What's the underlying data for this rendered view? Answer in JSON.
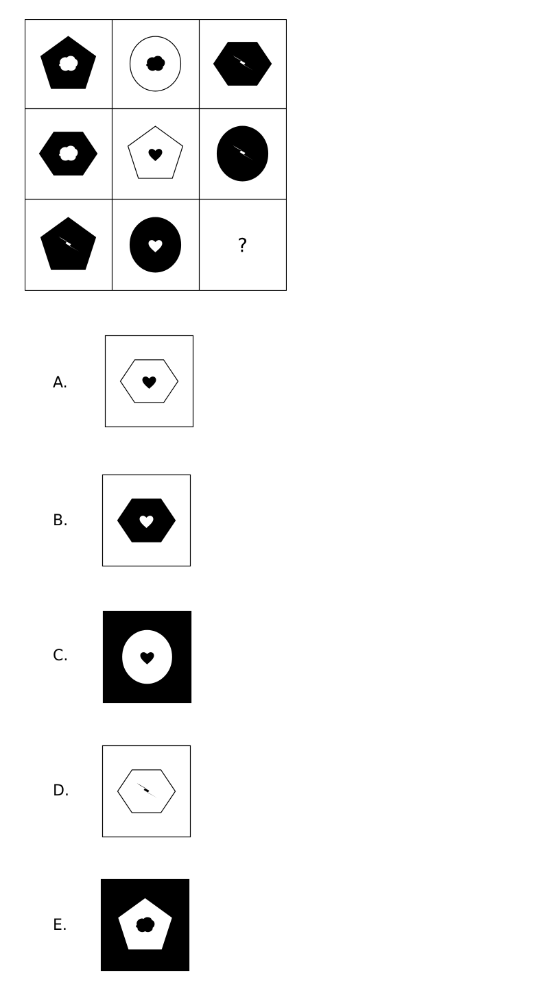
{
  "puzzle": {
    "missing_mark": "?",
    "cells": [
      {
        "outer_shape": "pentagon",
        "outer_fill": "black",
        "inner_icon": "cloud-icon",
        "inner_fill": "white"
      },
      {
        "outer_shape": "circle",
        "outer_fill": "white",
        "inner_icon": "cloud-icon",
        "inner_fill": "black"
      },
      {
        "outer_shape": "hexagon",
        "outer_fill": "black",
        "inner_icon": "lightning-icon",
        "inner_fill": "white"
      },
      {
        "outer_shape": "hexagon",
        "outer_fill": "black",
        "inner_icon": "cloud-icon",
        "inner_fill": "white"
      },
      {
        "outer_shape": "pentagon",
        "outer_fill": "white",
        "inner_icon": "heart-icon",
        "inner_fill": "black"
      },
      {
        "outer_shape": "circle",
        "outer_fill": "black",
        "inner_icon": "lightning-icon",
        "inner_fill": "white"
      },
      {
        "outer_shape": "pentagon",
        "outer_fill": "black",
        "inner_icon": "lightning-icon",
        "inner_fill": "white"
      },
      {
        "outer_shape": "circle",
        "outer_fill": "black",
        "inner_icon": "heart-icon",
        "inner_fill": "white"
      }
    ]
  },
  "options": [
    {
      "label": "A.",
      "box_fill": "white",
      "outer_shape": "hexagon",
      "outer_fill": "white",
      "inner_icon": "heart-icon",
      "inner_fill": "black"
    },
    {
      "label": "B.",
      "box_fill": "white",
      "outer_shape": "hexagon",
      "outer_fill": "black",
      "inner_icon": "heart-icon",
      "inner_fill": "white"
    },
    {
      "label": "C.",
      "box_fill": "black",
      "outer_shape": "circle",
      "outer_fill": "white",
      "inner_icon": "heart-icon",
      "inner_fill": "black"
    },
    {
      "label": "D.",
      "box_fill": "white",
      "outer_shape": "hexagon",
      "outer_fill": "white",
      "inner_icon": "lightning-icon",
      "inner_fill": "black"
    },
    {
      "label": "E.",
      "box_fill": "black",
      "outer_shape": "pentagon",
      "outer_fill": "white",
      "inner_icon": "cloud-icon",
      "inner_fill": "black"
    }
  ],
  "colors": {
    "black": "#000000",
    "white": "#ffffff"
  }
}
